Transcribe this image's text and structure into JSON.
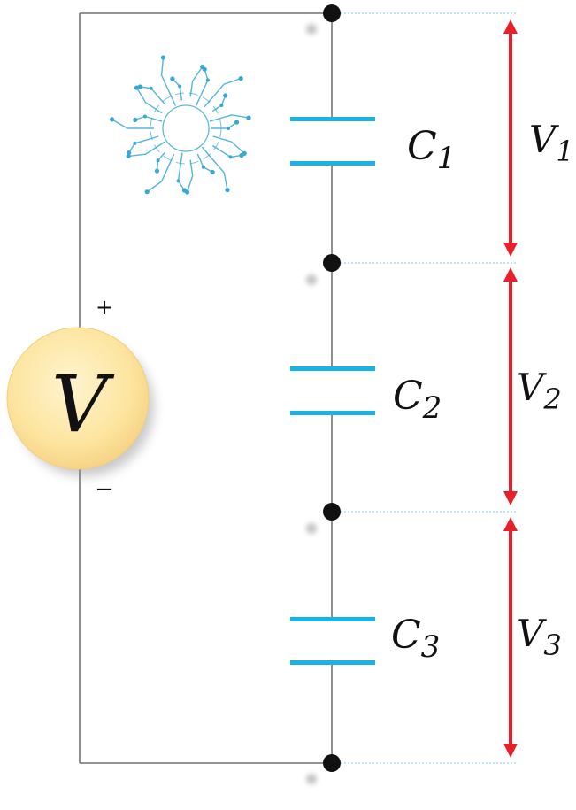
{
  "source": {
    "symbol": "V",
    "positive_sign": "+",
    "negative_sign": "−"
  },
  "capacitors": [
    {
      "letter": "C",
      "subscript": "1"
    },
    {
      "letter": "C",
      "subscript": "2"
    },
    {
      "letter": "C",
      "subscript": "3"
    }
  ],
  "voltages": [
    {
      "letter": "V",
      "subscript": "1"
    },
    {
      "letter": "V",
      "subscript": "2"
    },
    {
      "letter": "V",
      "subscript": "3"
    }
  ],
  "colors": {
    "wire": "#555555",
    "capacitor_plate": "#1ab3e6",
    "arrow": "#e8202a",
    "guide_line": "#7cc3e8",
    "node": "#111111",
    "source_fill": "#fde7a6",
    "source_rim": "#f9d98e",
    "logo": "#35a9d3"
  },
  "icons": {
    "watermark": "circuit-rosette-logo-icon",
    "arrow": "double-headed-arrow-icon",
    "node": "junction-dot-icon"
  }
}
